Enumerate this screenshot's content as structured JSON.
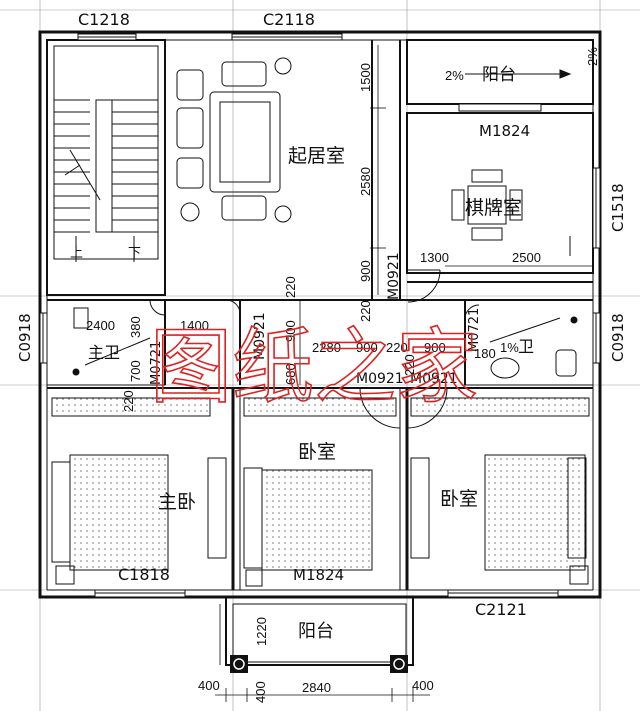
{
  "window_codes": {
    "c1218": "C1218",
    "c2118": "C2118",
    "c1518": "C1518",
    "c0918_left": "C0918",
    "c0918_right": "C0918",
    "c1818": "C1818",
    "c2121": "C2121"
  },
  "door_codes": {
    "m1824_top": "M1824",
    "m1824_bottom": "M1824",
    "m0921_a": "M0921",
    "m0921_b": "M0921",
    "m0921_c": "M0921",
    "m0921_d": "M0921",
    "m0721_a": "M0721",
    "m0721_b": "M0721"
  },
  "rooms": {
    "living": "起居室",
    "balcony_top": "阳台",
    "mahjong": "棋牌室",
    "master_bath": "主卫",
    "bath": "卫",
    "master_bedroom": "主卧",
    "bedroom_mid": "卧室",
    "bedroom_right": "卧室",
    "balcony_bottom": "阳台"
  },
  "stairs": {
    "up": "上",
    "down": "下"
  },
  "slopes": {
    "balcony": "2%",
    "bath": "1%",
    "right_edge": "2%"
  },
  "dimensions": {
    "d1500": "1500",
    "d2580": "2580",
    "d900_v": "900",
    "d1300": "1300",
    "d2500": "2500",
    "d220_a": "220",
    "d220_b": "220",
    "d900_b": "900",
    "d680": "680",
    "d2400": "2400",
    "d380": "380",
    "d1400": "1400",
    "d700": "700",
    "d220_c": "220",
    "d2280": "2280",
    "d900_c": "900",
    "d220_d": "220",
    "d220_e": "220",
    "d900_d": "900",
    "d180": "180",
    "d1220": "1220",
    "d400_a": "400",
    "d400_b": "400",
    "d2840": "2840",
    "d400_c": "400"
  },
  "watermark": "图纸之家"
}
